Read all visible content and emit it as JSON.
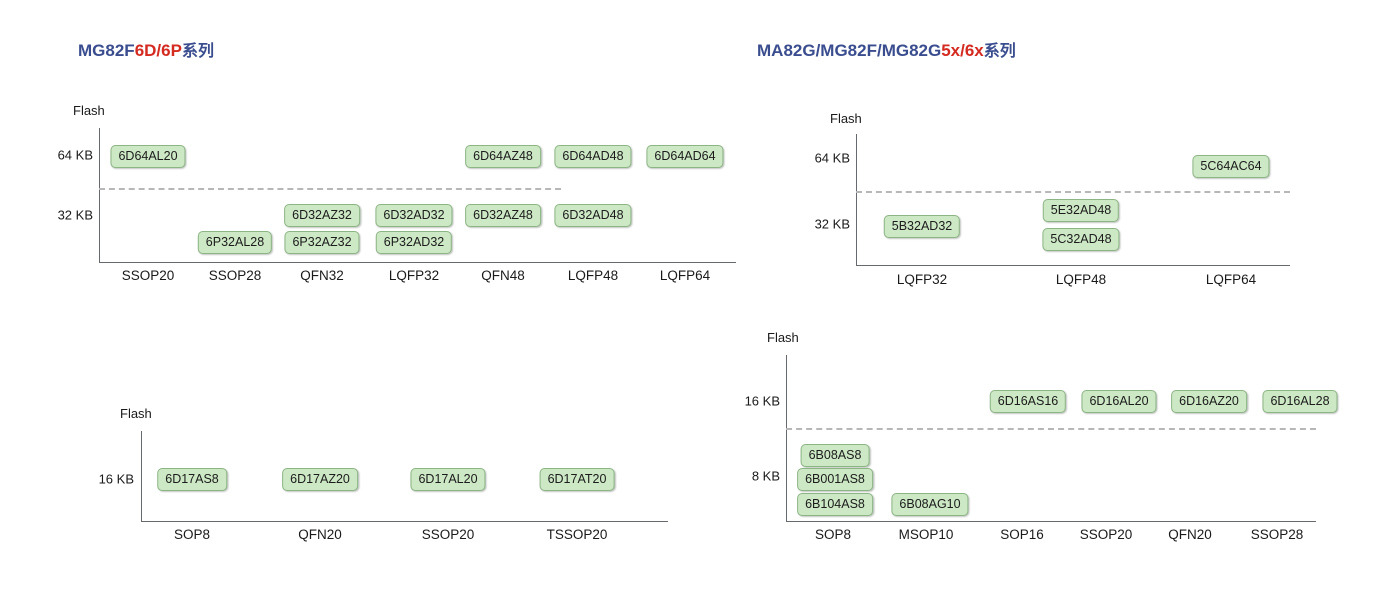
{
  "page": {
    "background": "#ffffff",
    "accent_blue": "#3a4d8f",
    "accent_red": "#d42a20",
    "tag_fill": "#cde8c5",
    "tag_border": "#8cb584",
    "axis_color": "#666a6e",
    "dashed_color": "#b7b7b7"
  },
  "titles": [
    {
      "id": "title-mg82f6d6p",
      "parts": [
        {
          "text": "MG82F",
          "color": "blue"
        },
        {
          "text": "6D/6P",
          "color": "red"
        },
        {
          "text": "系列",
          "color": "blue"
        }
      ],
      "full_text": "MG82F6D/6P系列"
    },
    {
      "id": "title-ma82g-mg82f-mg82g",
      "parts": [
        {
          "text": "MA82G/MG82F/MG82G",
          "color": "blue"
        },
        {
          "text": "5x/6x",
          "color": "red"
        },
        {
          "text": "系列",
          "color": "blue"
        }
      ],
      "full_text": "MA82G/MG82F/MG82G5x/6x系列"
    }
  ],
  "chart_data": [
    {
      "id": "chart-mg82f6d6p",
      "type": "scatter",
      "title": "MG82F6D/6P系列",
      "ylabel": "Flash",
      "xlabel": "",
      "grid": false,
      "legend": "none",
      "yticks": [
        "64 KB",
        "32 KB"
      ],
      "categories": [
        "SSOP20",
        "SSOP28",
        "QFN32",
        "LQFP32",
        "QFN48",
        "LQFP48",
        "LQFP64"
      ],
      "divider": {
        "style": "dashed",
        "between": [
          "64 KB",
          "32 KB"
        ]
      },
      "points": [
        {
          "x": "SSOP20",
          "y": "64 KB",
          "row": 0,
          "label": "6D64AL20"
        },
        {
          "x": "QFN48",
          "y": "64 KB",
          "row": 0,
          "label": "6D64AZ48"
        },
        {
          "x": "LQFP48",
          "y": "64 KB",
          "row": 0,
          "label": "6D64AD48"
        },
        {
          "x": "LQFP64",
          "y": "64 KB",
          "row": 0,
          "label": "6D64AD64"
        },
        {
          "x": "QFN32",
          "y": "32 KB",
          "row": 0,
          "label": "6D32AZ32"
        },
        {
          "x": "LQFP32",
          "y": "32 KB",
          "row": 0,
          "label": "6D32AD32"
        },
        {
          "x": "QFN48",
          "y": "32 KB",
          "row": 0,
          "label": "6D32AZ48"
        },
        {
          "x": "LQFP48",
          "y": "32 KB",
          "row": 0,
          "label": "6D32AD48"
        },
        {
          "x": "SSOP28",
          "y": "32 KB",
          "row": 1,
          "label": "6P32AL28"
        },
        {
          "x": "QFN32",
          "y": "32 KB",
          "row": 1,
          "label": "6P32AZ32"
        },
        {
          "x": "LQFP32",
          "y": "32 KB",
          "row": 1,
          "label": "6P32AD32"
        }
      ]
    },
    {
      "id": "chart-ma82g-mg82f-mg82g",
      "type": "scatter",
      "title": "MA82G/MG82F/MG82G5x/6x系列",
      "ylabel": "Flash",
      "xlabel": "",
      "grid": false,
      "legend": "none",
      "yticks": [
        "64 KB",
        "32 KB"
      ],
      "categories": [
        "LQFP32",
        "LQFP48",
        "LQFP64"
      ],
      "divider": {
        "style": "dashed",
        "between": [
          "64 KB",
          "32 KB"
        ]
      },
      "points": [
        {
          "x": "LQFP64",
          "y": "64 KB",
          "row": 0,
          "label": "5C64AC64"
        },
        {
          "x": "LQFP48",
          "y": "32 KB",
          "row": -1,
          "label": "5E32AD48"
        },
        {
          "x": "LQFP32",
          "y": "32 KB",
          "row": 0,
          "label": "5B32AD32"
        },
        {
          "x": "LQFP48",
          "y": "32 KB",
          "row": 1,
          "label": "5C32AD48"
        }
      ]
    },
    {
      "id": "chart-6d17",
      "type": "scatter",
      "title": "",
      "ylabel": "Flash",
      "xlabel": "",
      "grid": false,
      "legend": "none",
      "yticks": [
        "16 KB"
      ],
      "categories": [
        "SOP8",
        "QFN20",
        "SSOP20",
        "TSSOP20"
      ],
      "divider": null,
      "points": [
        {
          "x": "SOP8",
          "y": "16 KB",
          "row": 0,
          "label": "6D17AS8"
        },
        {
          "x": "QFN20",
          "y": "16 KB",
          "row": 0,
          "label": "6D17AZ20"
        },
        {
          "x": "SSOP20",
          "y": "16 KB",
          "row": 0,
          "label": "6D17AL20"
        },
        {
          "x": "TSSOP20",
          "y": "16 KB",
          "row": 0,
          "label": "6D17AT20"
        }
      ]
    },
    {
      "id": "chart-6d16-6b08",
      "type": "scatter",
      "title": "",
      "ylabel": "Flash",
      "xlabel": "",
      "grid": false,
      "legend": "none",
      "yticks": [
        "16 KB",
        "8 KB"
      ],
      "categories": [
        "SOP8",
        "MSOP10",
        "SOP16",
        "SSOP20",
        "QFN20",
        "SSOP28"
      ],
      "divider": {
        "style": "dashed",
        "between": [
          "16 KB",
          "8 KB"
        ]
      },
      "points": [
        {
          "x": "SOP16",
          "y": "16 KB",
          "row": 0,
          "label": "6D16AS16"
        },
        {
          "x": "SSOP20",
          "y": "16 KB",
          "row": 0,
          "label": "6D16AL20"
        },
        {
          "x": "QFN20",
          "y": "16 KB",
          "row": 0,
          "label": "6D16AZ20"
        },
        {
          "x": "SSOP28",
          "y": "16 KB",
          "row": 0,
          "label": "6D16AL28"
        },
        {
          "x": "SOP8",
          "y": "8 KB",
          "row": -1,
          "label": "6B08AS8"
        },
        {
          "x": "SOP8",
          "y": "8 KB",
          "row": 0,
          "label": "6B001AS8"
        },
        {
          "x": "SOP8",
          "y": "8 KB",
          "row": 1,
          "label": "6B104AS8"
        },
        {
          "x": "MSOP10",
          "y": "8 KB",
          "row": 1,
          "label": "6B08AG10"
        }
      ]
    }
  ]
}
